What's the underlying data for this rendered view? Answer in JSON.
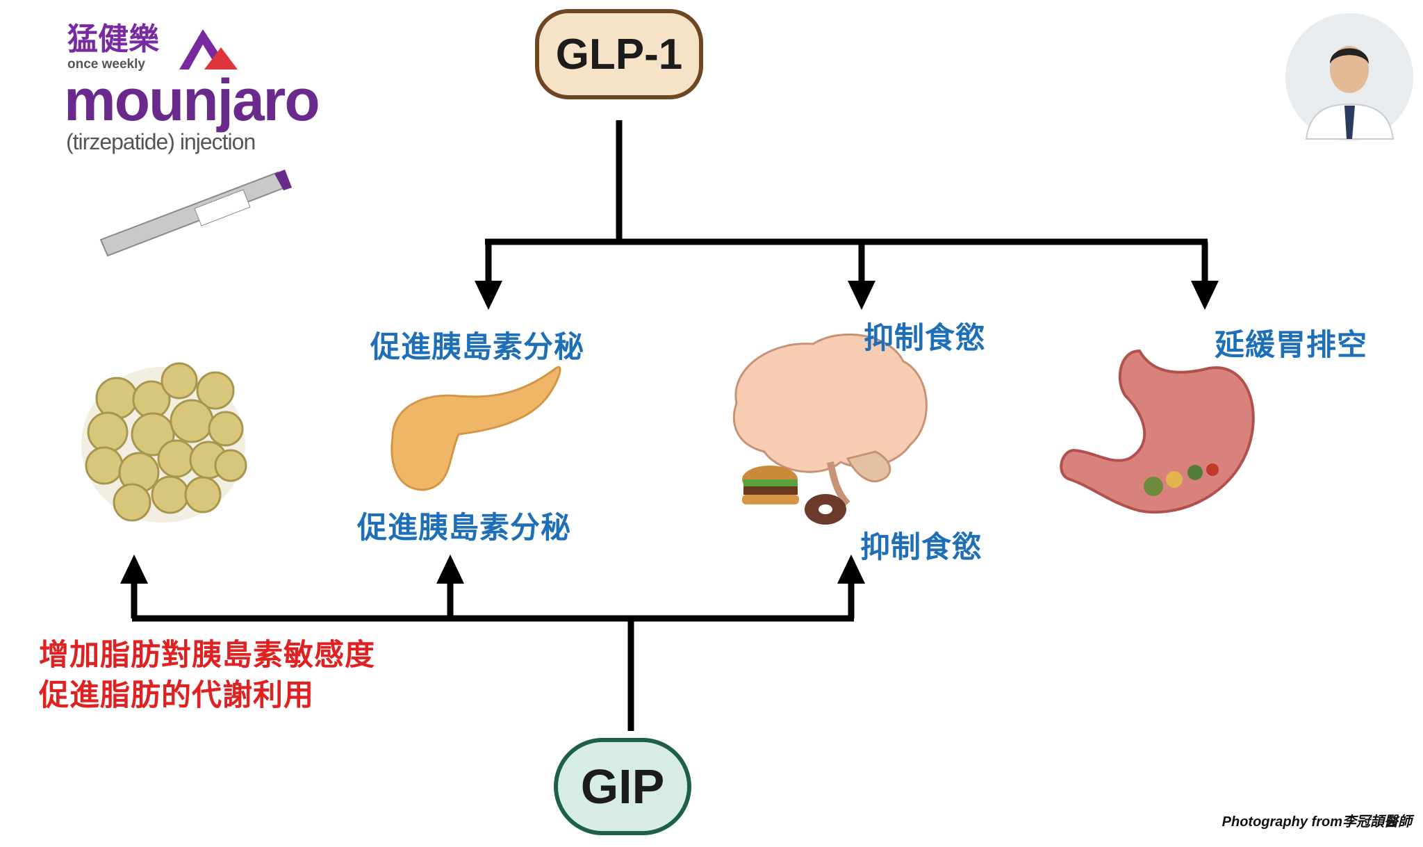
{
  "nodes": {
    "glp1": "GLP-1",
    "gip": "GIP"
  },
  "brand": {
    "name_zh": "猛健樂",
    "frequency": "once weekly",
    "name": "mounjaro",
    "generic": "(tirzepatide) injection"
  },
  "glp1_effects": {
    "insulin": "促進胰島素分秘",
    "appetite": "抑制食慾",
    "gastric": "延緩胃排空"
  },
  "gip_effects": {
    "insulin": "促進胰島素分秘",
    "appetite": "抑制食慾",
    "fat_line1": "增加脂肪對胰島素敏感度",
    "fat_line2": "促進脂肪的代謝利用"
  },
  "credit": "Photography from李冠頡醫師",
  "colors": {
    "effect_text": "#1f6fb8",
    "fat_text": "#e02121",
    "glp1_fill": "#f6e2c6",
    "glp1_border": "#6e4722",
    "gip_fill": "#d7ece6",
    "gip_border": "#1f5e4a",
    "brand": "#6a2a8c"
  },
  "icons": [
    "fat-cells-icon",
    "pancreas-icon",
    "brain-icon",
    "burger-icon",
    "donut-icon",
    "stomach-icon",
    "injection-pen-icon",
    "doctor-avatar",
    "mounjaro-logo-icon"
  ]
}
